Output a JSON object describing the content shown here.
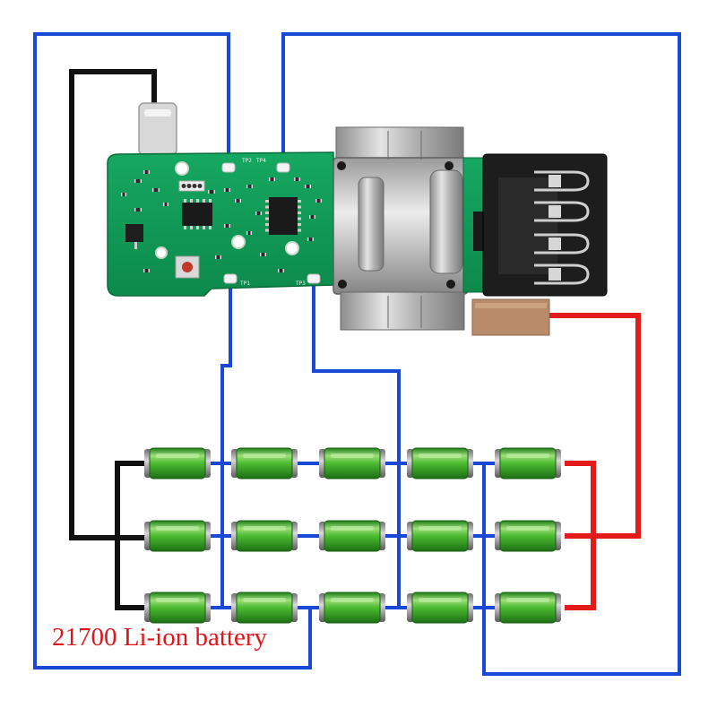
{
  "caption": "21700 Li-ion battery",
  "colors": {
    "positive_wire": "#e41b1b",
    "negative_wire": "#111111",
    "balance_wire": "#1947d6",
    "pcb": "#11a05a",
    "cell_body": "#3fb02e",
    "caption": "#e0141b"
  },
  "pack": {
    "rows": 3,
    "columns": 5,
    "cell_type": "21700"
  },
  "pcb": {
    "pad_labels": [
      "TP1",
      "TP2",
      "TP3",
      "TP4"
    ]
  }
}
